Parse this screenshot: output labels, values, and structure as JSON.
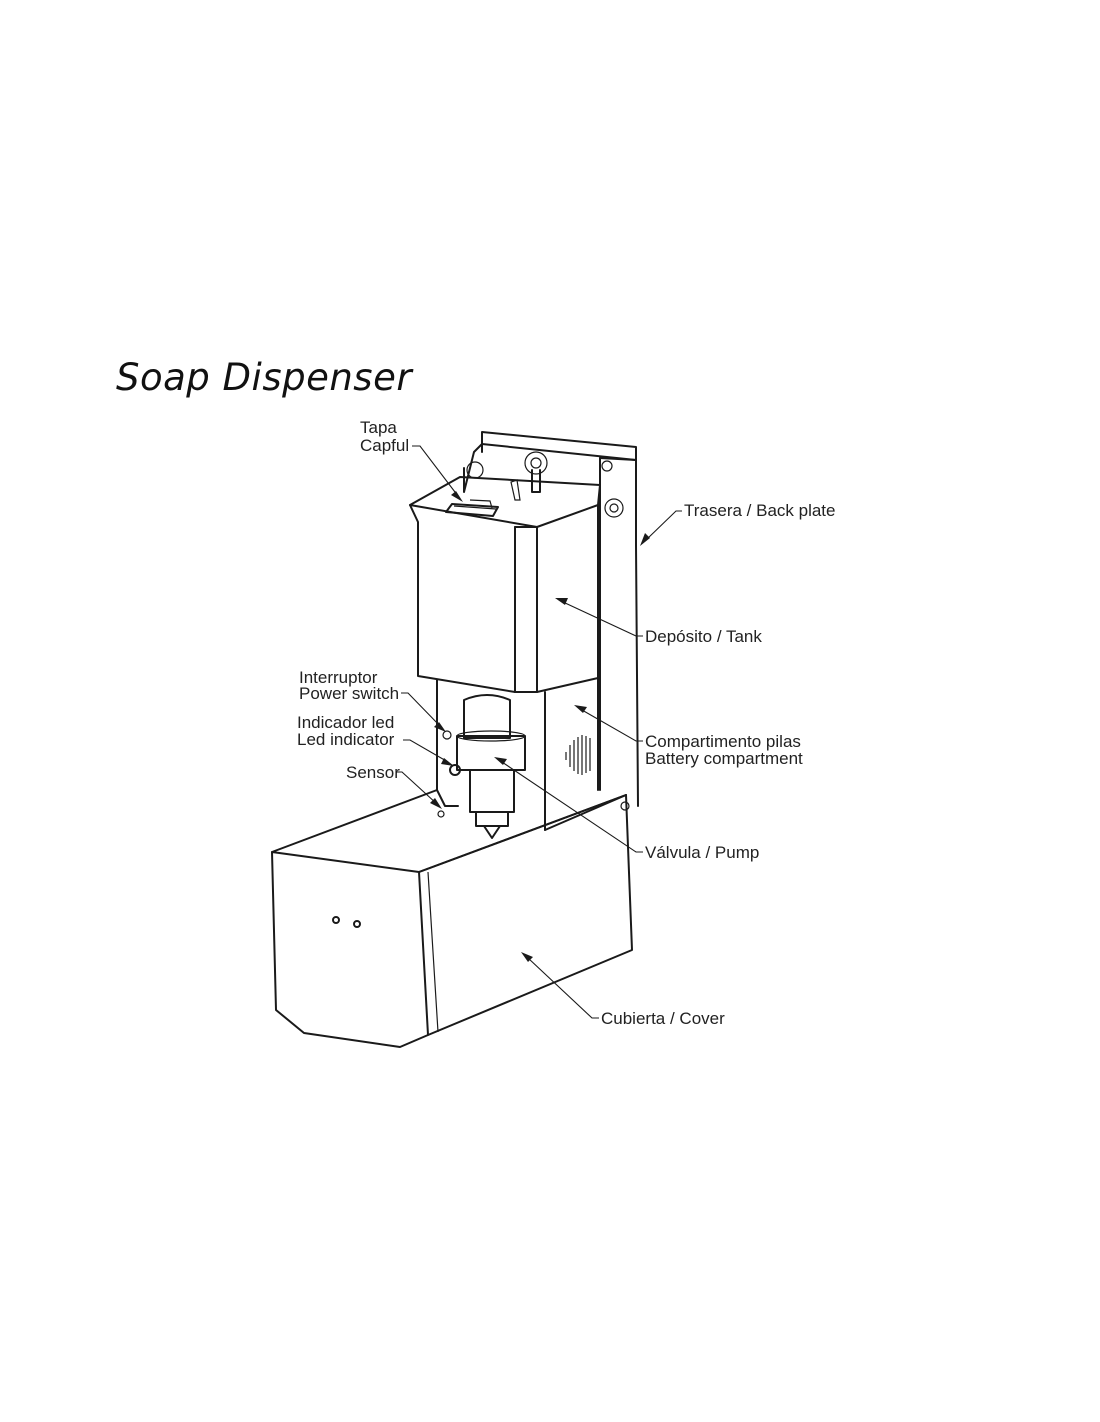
{
  "title": "Soap Dispenser",
  "labels": {
    "capful_es": "Tapa",
    "capful_en": "Capful",
    "back_plate": "Trasera / Back plate",
    "tank": "Depósito / Tank",
    "switch_es": "Interruptor",
    "switch_en": "Power switch",
    "led_es": "Indicador led",
    "led_en": "Led indicator",
    "sensor": "Sensor",
    "battery_es": "Compartimento pilas",
    "battery_en": "Battery compartment",
    "pump": "Válvula / Pump",
    "cover": "Cubierta / Cover"
  }
}
